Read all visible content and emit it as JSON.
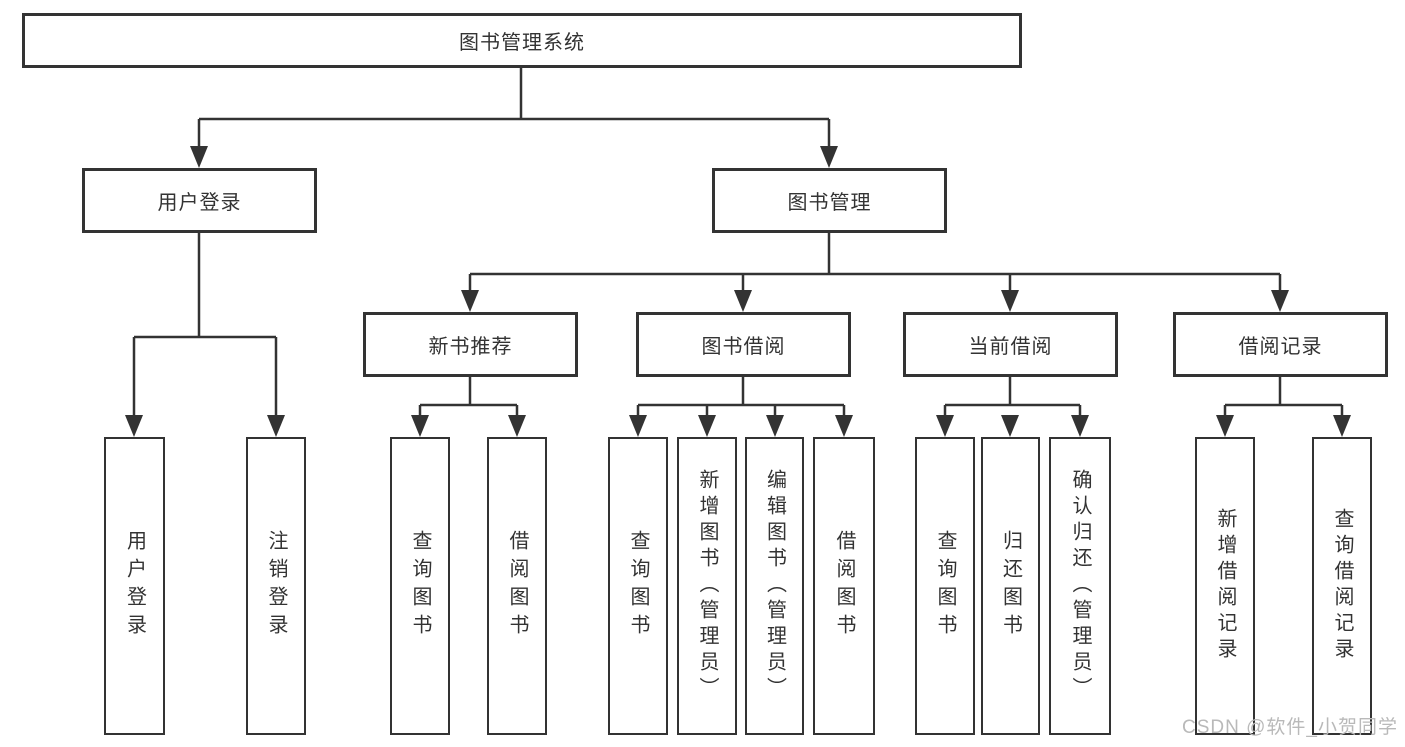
{
  "title": "图书管理系统",
  "level2": {
    "user_login": "用户登录",
    "book_mgmt": "图书管理"
  },
  "level3": {
    "new_book": "新书推荐",
    "borrow": "图书借阅",
    "current": "当前借阅",
    "records": "借阅记录"
  },
  "leaves": {
    "login": "用户登录",
    "logout": "注销登录",
    "nb_query": "查询图书",
    "nb_borrow": "借阅图书",
    "bb_query": "查询图书",
    "bb_add": "新增图书（管理员）",
    "bb_edit": "编辑图书（管理员）",
    "bb_borrow": "借阅图书",
    "cb_query": "查询图书",
    "cb_return": "归还图书",
    "cb_confirm": "确认归还（管理员）",
    "rec_add": "新增借阅记录",
    "rec_query": "查询借阅记录"
  },
  "watermark": "CSDN @软件_小贺同学",
  "colors": {
    "line": "#333333",
    "text": "#333333",
    "background": "#ffffff",
    "watermark": "#b9b9b9"
  }
}
